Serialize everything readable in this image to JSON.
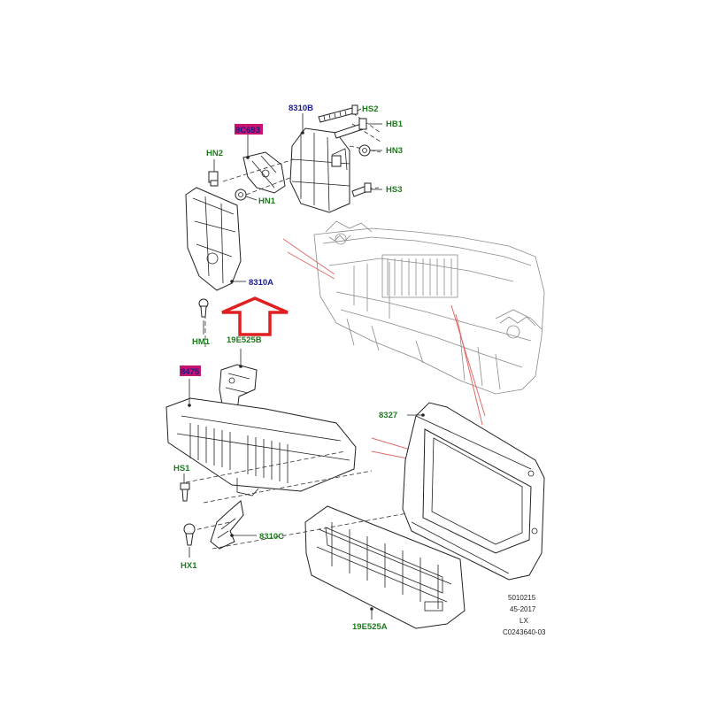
{
  "labels": {
    "p8310B": "8310B",
    "hs2": "HS2",
    "hb1": "HB1",
    "hn3": "HN3",
    "hs3": "HS3",
    "p8C693": "8C693",
    "hn2": "HN2",
    "hn1": "HN1",
    "p8310A": "8310A",
    "hm1": "HM1",
    "p19E525B": "19E525B",
    "p8475": "8475",
    "p8327": "8327",
    "hs1": "HS1",
    "hx1": "HX1",
    "p8310C": "8310C",
    "p19E525A": "19E525A"
  },
  "stamp": {
    "line1": "5010215",
    "line2": "45-2017",
    "line3": "LX",
    "line4": "C0243640-03"
  },
  "colors": {
    "part_number_text": "#1a1a8c",
    "fastener_text": "#1f7a1f",
    "highlight": "#c8146e",
    "arrow": "#e02020",
    "callout_lines": "#e06a6a"
  }
}
